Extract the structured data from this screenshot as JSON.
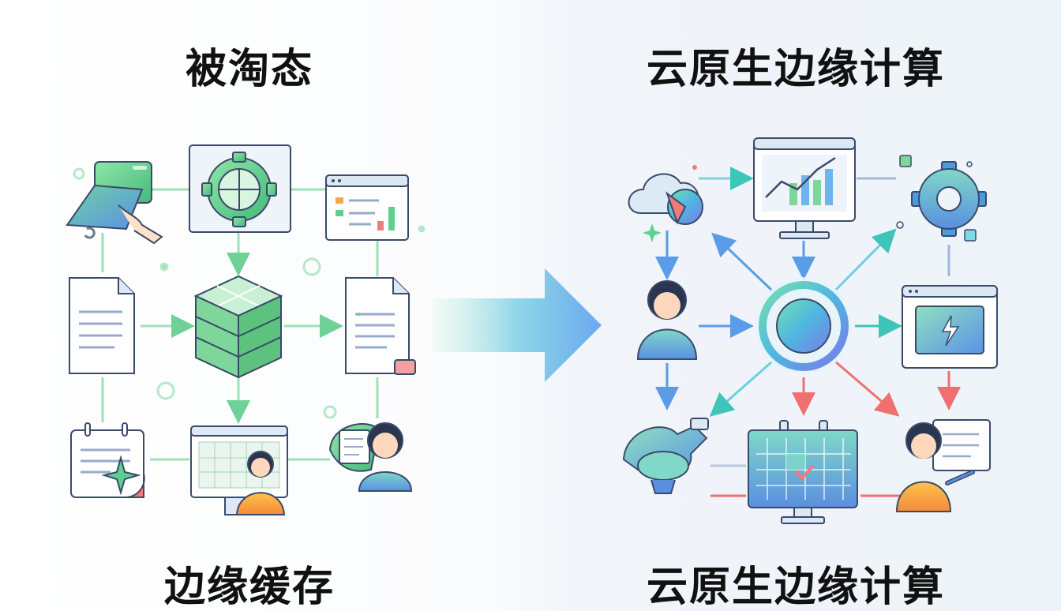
{
  "left": {
    "title": "被淘态",
    "caption": "边缘缓存"
  },
  "right": {
    "title": "云原生边缘计算",
    "caption": "云原生边缘计算"
  },
  "colors": {
    "green": "#5fcf8f",
    "teal": "#4fc6c0",
    "blue": "#5a9ce8",
    "purple": "#8e7ae0",
    "red": "#f07b7b",
    "orange": "#f4a64a",
    "outline": "#3a4a6a"
  }
}
